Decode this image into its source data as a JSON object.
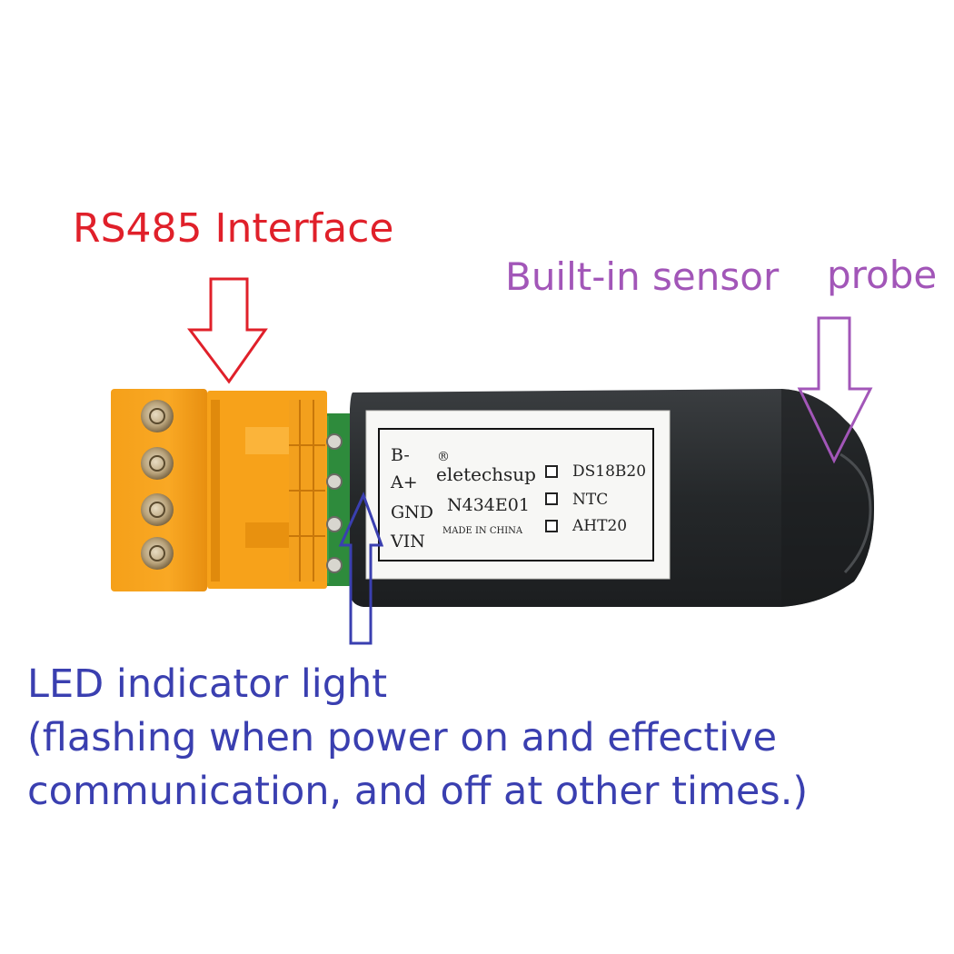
{
  "annotations": {
    "rs485": "RS485 Interface",
    "probe_part1": "Built-in sensor",
    "probe_part2": "probe",
    "led_title": "LED indicator light",
    "led_desc_line1": "(flashing when power on and effective",
    "led_desc_line2": "communication, and off at other times.)"
  },
  "device_label": {
    "pins": [
      "B-",
      "A+",
      "GND",
      "VIN"
    ],
    "registered_mark": "®",
    "brand": "eletechsup",
    "model": "N434E01",
    "origin": "MADE IN CHINA",
    "sensor_options": [
      "DS18B20",
      "NTC",
      "AHT20"
    ]
  },
  "colors": {
    "rs485_annotation": "#e0202a",
    "probe_annotation": "#a256b8",
    "led_annotation": "#3a3fb0",
    "terminal_block": "#f7a21a",
    "housing": "#2b2e31",
    "pcb": "#2e8b3c"
  },
  "icons": {
    "rs485_arrow": "down-arrow-outline-icon",
    "probe_arrow": "down-arrow-outline-icon",
    "led_arrow": "up-arrow-outline-icon"
  }
}
